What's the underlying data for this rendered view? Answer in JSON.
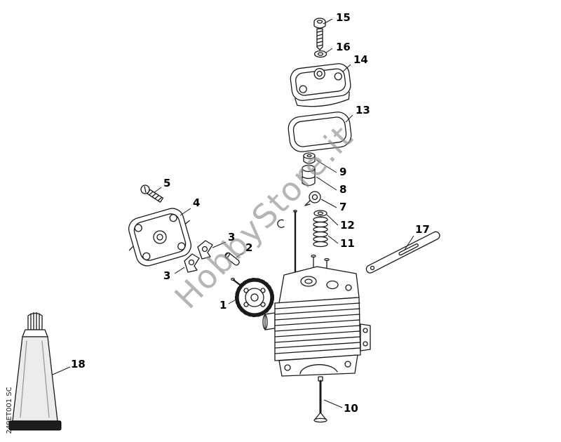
{
  "watermark": "HobbyStore.it",
  "doc_code": "249ET001 SC",
  "labels": {
    "l1": "1",
    "l2": "2",
    "l3a": "3",
    "l3b": "3",
    "l4": "4",
    "l5": "5",
    "l7": "7",
    "l8": "8",
    "l9": "9",
    "l10": "10",
    "l11": "11",
    "l12": "12",
    "l13": "13",
    "l14": "14",
    "l15": "15",
    "l16": "16",
    "l17": "17",
    "l18": "18"
  }
}
